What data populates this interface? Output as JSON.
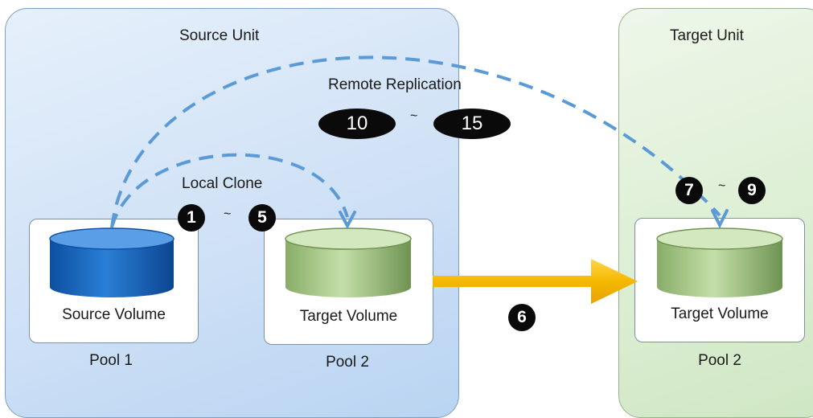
{
  "source_unit": {
    "title": "Source Unit",
    "source_volume": {
      "label": "Source Volume",
      "pool": "Pool 1"
    },
    "target_volume": {
      "label": "Target Volume",
      "pool": "Pool 2"
    }
  },
  "target_unit": {
    "title": "Target Unit",
    "target_volume": {
      "label": "Target Volume",
      "pool": "Pool 2"
    }
  },
  "local_clone": {
    "label": "Local Clone",
    "start": "1",
    "sep": "~",
    "end": "5"
  },
  "remote_replication": {
    "label": "Remote Replication",
    "start": "10",
    "sep": "~",
    "end": "15"
  },
  "remote_target_steps": {
    "start": "7",
    "sep": "~",
    "end": "9"
  },
  "transfer_step": "6",
  "colors": {
    "source_volume": "#1f6fc8",
    "target_volume": "#9cc07a",
    "arrow_dashed": "#5a9ad6",
    "arrow_transfer": "#f5b800"
  }
}
